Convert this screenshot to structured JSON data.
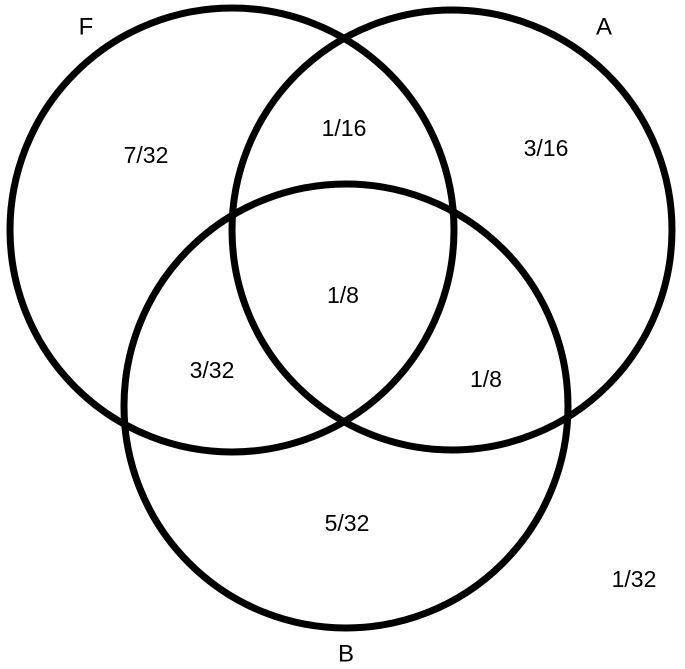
{
  "diagram": {
    "type": "venn",
    "sets": {
      "F": "F",
      "A": "A",
      "B": "B"
    },
    "regions": {
      "F_only": "7/32",
      "F_and_A_only": "1/16",
      "A_only": "3/16",
      "F_A_B": "1/8",
      "F_and_B_only": "3/32",
      "A_and_B_only": "1/8",
      "B_only": "5/32",
      "outside": "1/32"
    },
    "colors": {
      "stroke": "#000000",
      "text": "#000000",
      "background": "#ffffff"
    }
  }
}
